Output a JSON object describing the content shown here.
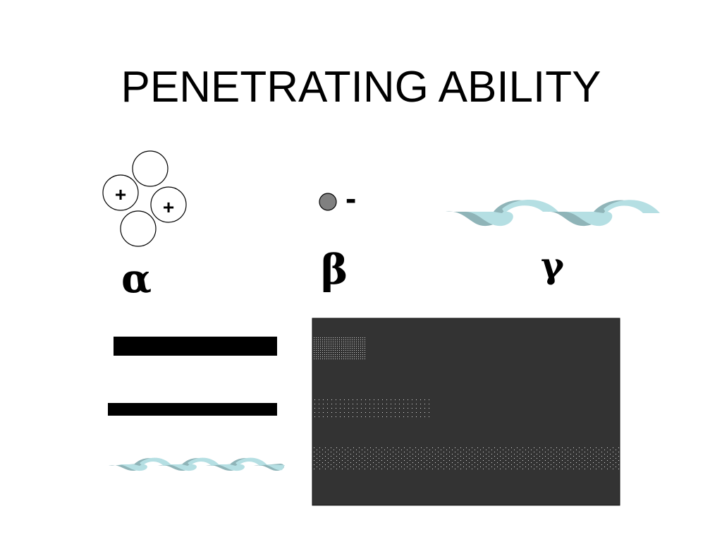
{
  "title": "PENETRATING ABILITY",
  "particles": {
    "alpha": {
      "symbol": "α",
      "charges": [
        "+",
        "+"
      ]
    },
    "beta": {
      "symbol": "β",
      "charge": "-"
    },
    "gamma": {
      "symbol": "γ"
    }
  },
  "colors": {
    "beam": "#000000",
    "absorber": "#333333",
    "electron": "#808080",
    "wave_light": "#b5dfe3",
    "wave_dark": "#8fb4b8",
    "dots": "#cccccc"
  }
}
